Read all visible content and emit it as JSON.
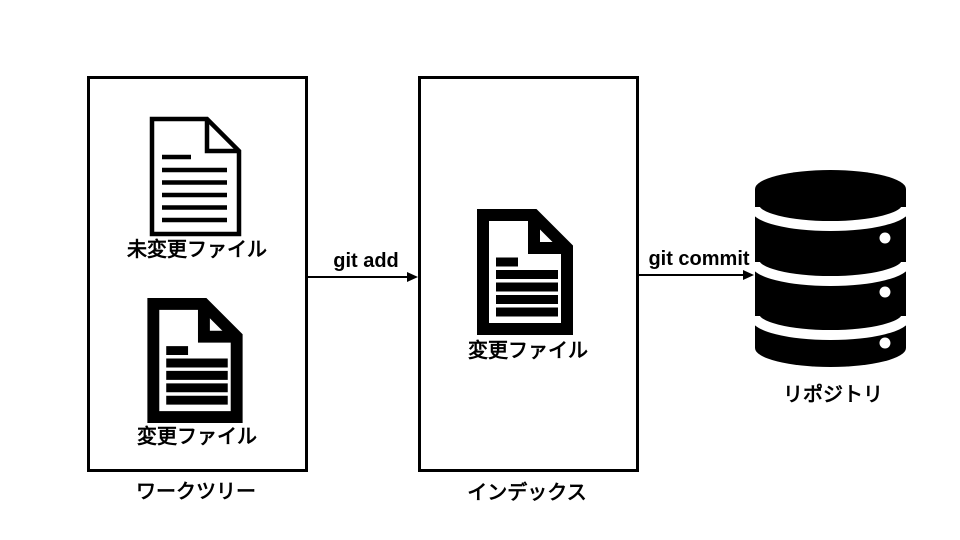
{
  "diagram": {
    "work_tree": {
      "title": "ワークツリー",
      "files": [
        {
          "label": "未変更ファイル"
        },
        {
          "label": "変更ファイル"
        }
      ]
    },
    "index": {
      "title": "インデックス",
      "files": [
        {
          "label": "変更ファイル"
        }
      ]
    },
    "repository": {
      "title": "リポジトリ"
    },
    "arrows": [
      {
        "label": "git add",
        "from": "work_tree",
        "to": "index"
      },
      {
        "label": "git commit",
        "from": "index",
        "to": "repository"
      }
    ],
    "icons": [
      "unchanged-file-icon",
      "modified-file-icon",
      "staged-file-icon",
      "repository-database-icon"
    ],
    "colors": {
      "foreground": "#000000",
      "background": "#ffffff"
    }
  }
}
